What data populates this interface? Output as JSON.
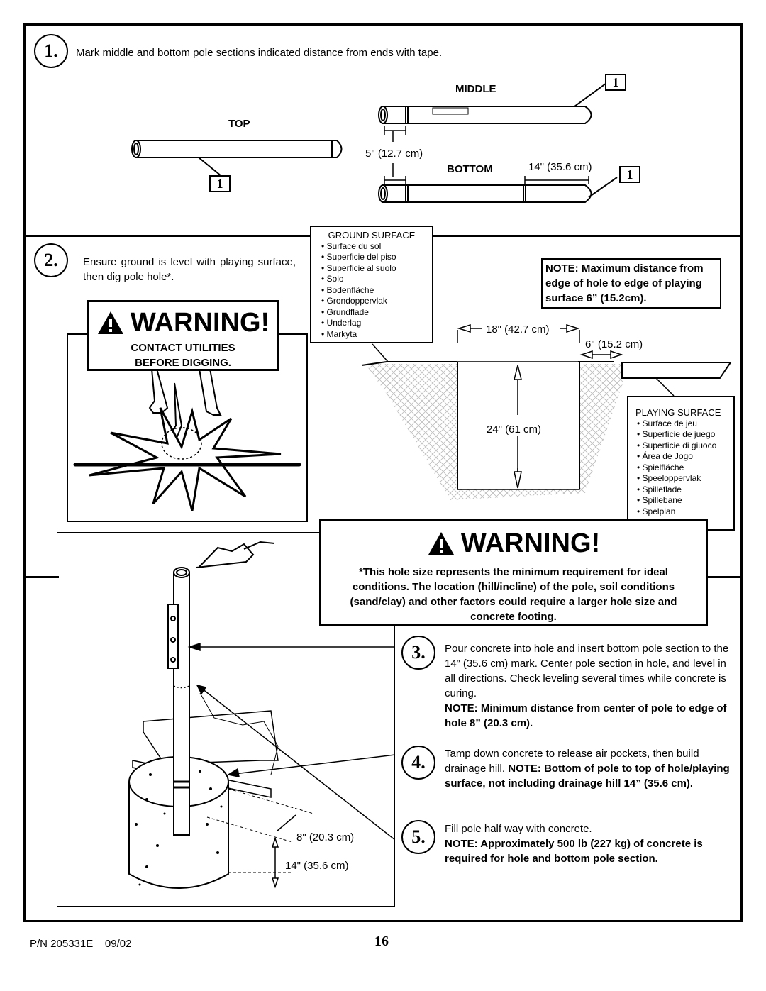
{
  "step1": {
    "number": "1.",
    "text": "Mark middle and bottom pole sections indicated distance from ends with tape.",
    "top_label": "TOP",
    "middle_label": "MIDDLE",
    "bottom_label": "BOTTOM",
    "dim_5in": "5\" (12.7 cm)",
    "dim_14in": "14\" (35.6 cm)",
    "callout_top": "1",
    "callout_middle": "1",
    "callout_bottom": "1"
  },
  "step2": {
    "number": "2.",
    "text": "Ensure ground is level with playing surface, then dig pole hole*.",
    "ground_surface": {
      "title": "GROUND SURFACE",
      "items": [
        "Surface du sol",
        "Superficie del piso",
        "Superficie al suolo",
        "Solo",
        "Bodenfläche",
        "Grondoppervlak",
        "Grundflade",
        "Underlag",
        "Markyta"
      ]
    },
    "note": "NOTE: Maximum distance from edge of hole to edge of playing surface 6” (15.2cm).",
    "dim_18in": "18\" (42.7 cm)",
    "dim_6in": "6\" (15.2 cm)",
    "dim_24in": "24\" (61 cm)",
    "playing_surface": {
      "title": "PLAYING SURFACE",
      "items": [
        "Surface de jeu",
        "Superficie de juego",
        "Superficie di giuoco",
        "Área de Jogo",
        "Spielfläche",
        "Speeloppervlak",
        "Spilleflade",
        "Spillebane",
        "Spelplan"
      ]
    }
  },
  "warning1": {
    "title": "WARNING!",
    "line1": "CONTACT UTILITIES",
    "line2": "BEFORE DIGGING."
  },
  "warning2": {
    "title": "WARNING!",
    "text": "*This hole size represents the minimum requirement for ideal conditions. The location (hill/incline) of the pole, soil conditions (sand/clay) and other factors could require a larger hole size and concrete footing."
  },
  "step3": {
    "number": "3.",
    "text": "Pour concrete into hole and insert bottom pole section to the 14” (35.6 cm) mark. Center pole section in hole, and level in all directions. Check leveling several times while concrete is curing.",
    "note": "NOTE: Minimum distance from center of pole to edge of hole 8” (20.3 cm)."
  },
  "step4": {
    "number": "4.",
    "text": "Tamp down concrete to release air pockets, then build drainage hill.",
    "note": "NOTE: Bottom of pole to top of hole/playing surface, not including drainage hill 14” (35.6 cm)."
  },
  "step5": {
    "number": "5.",
    "text": "Fill pole half way with concrete.",
    "note": "NOTE: Approximately 500 lb (227 kg) of concrete is required for hole and bottom pole section."
  },
  "fig3": {
    "dim_8in": "8\" (20.3 cm)",
    "dim_14in": "14\" (35.6 cm)"
  },
  "footer": {
    "part_number": "P/N 205331E",
    "date": "09/02",
    "page": "16"
  }
}
